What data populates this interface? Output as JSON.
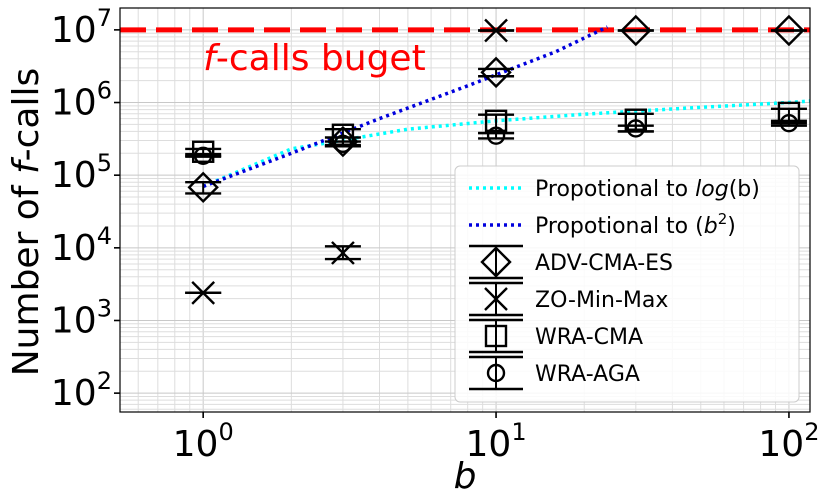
{
  "chart_data": {
    "type": "scatter",
    "xscale": "log",
    "yscale": "log",
    "xlim": [
      0.52,
      118
    ],
    "ylim": [
      55,
      20000000
    ],
    "xlabel": "b",
    "ylabel_prefix": "Number of ",
    "ylabel_italic": "f",
    "ylabel_suffix": "-calls",
    "x_ticks": [
      {
        "base": "10",
        "exp": "0",
        "value": 1
      },
      {
        "base": "10",
        "exp": "1",
        "value": 10
      },
      {
        "base": "10",
        "exp": "2",
        "value": 100
      }
    ],
    "y_ticks": [
      {
        "base": "10",
        "exp": "2",
        "value": 100
      },
      {
        "base": "10",
        "exp": "3",
        "value": 1000
      },
      {
        "base": "10",
        "exp": "4",
        "value": 10000
      },
      {
        "base": "10",
        "exp": "5",
        "value": 100000
      },
      {
        "base": "10",
        "exp": "6",
        "value": 1000000
      },
      {
        "base": "10",
        "exp": "7",
        "value": 10000000
      }
    ],
    "grid": true,
    "budget": {
      "value": 10000000,
      "label_italic": "f",
      "label_rest": "-calls buget",
      "color": "#ff0000"
    },
    "reference_lines": [
      {
        "kind": "log",
        "color": "#00ffff",
        "x": [
          1,
          2,
          5,
          10,
          20,
          50,
          100,
          118
        ],
        "y": [
          70000,
          230000,
          430000,
          560000,
          690000,
          860000,
          1000000,
          1050000
        ]
      },
      {
        "kind": "square",
        "color": "#0000dd",
        "x": [
          1,
          2,
          4,
          8,
          16,
          24
        ],
        "y": [
          70000,
          200000,
          600000,
          1700000,
          5000000,
          11000000
        ]
      }
    ],
    "series": [
      {
        "name": "ADV-CMA-ES",
        "marker": "diamond",
        "x": [
          1,
          3,
          10,
          30,
          100
        ],
        "y": [
          68000,
          290000,
          2600000,
          9800000,
          9800000
        ],
        "err_low": [
          56000,
          250000,
          2300000,
          9800000,
          9800000
        ],
        "err_high": [
          80000,
          330000,
          2900000,
          9800000,
          9800000
        ]
      },
      {
        "name": "ZO-Min-Max",
        "marker": "x",
        "x": [
          1,
          3,
          10
        ],
        "y": [
          2400,
          8500,
          9800000
        ],
        "err_low": [
          2400,
          7000,
          9800000
        ],
        "err_high": [
          2400,
          10500,
          9800000
        ]
      },
      {
        "name": "WRA-CMA",
        "marker": "square",
        "x": [
          1,
          3,
          10,
          30,
          100
        ],
        "y": [
          210000,
          360000,
          560000,
          580000,
          720000
        ],
        "err_low": [
          185000,
          260000,
          380000,
          400000,
          520000
        ],
        "err_high": [
          230000,
          430000,
          680000,
          700000,
          820000
        ]
      },
      {
        "name": "WRA-AGA",
        "marker": "circle",
        "x": [
          1,
          3,
          10,
          30,
          100
        ],
        "y": [
          185000,
          270000,
          350000,
          440000,
          520000
        ],
        "err_low": [
          180000,
          250000,
          320000,
          400000,
          480000
        ],
        "err_high": [
          195000,
          290000,
          380000,
          480000,
          560000
        ]
      }
    ],
    "legend": {
      "placement": "lower-right",
      "entries": [
        {
          "kind": "line",
          "ref": 0,
          "text": "Propotional to ",
          "italic": "log",
          "after": "(b)"
        },
        {
          "kind": "line",
          "ref": 1,
          "text": "Propotional to (",
          "italic": "b",
          "sup": "2",
          "after": ")"
        },
        {
          "kind": "marker",
          "series": 0,
          "text": "ADV-CMA-ES"
        },
        {
          "kind": "marker",
          "series": 1,
          "text": "ZO-Min-Max"
        },
        {
          "kind": "marker",
          "series": 2,
          "text": "WRA-CMA"
        },
        {
          "kind": "marker",
          "series": 3,
          "text": "WRA-AGA"
        }
      ]
    }
  }
}
